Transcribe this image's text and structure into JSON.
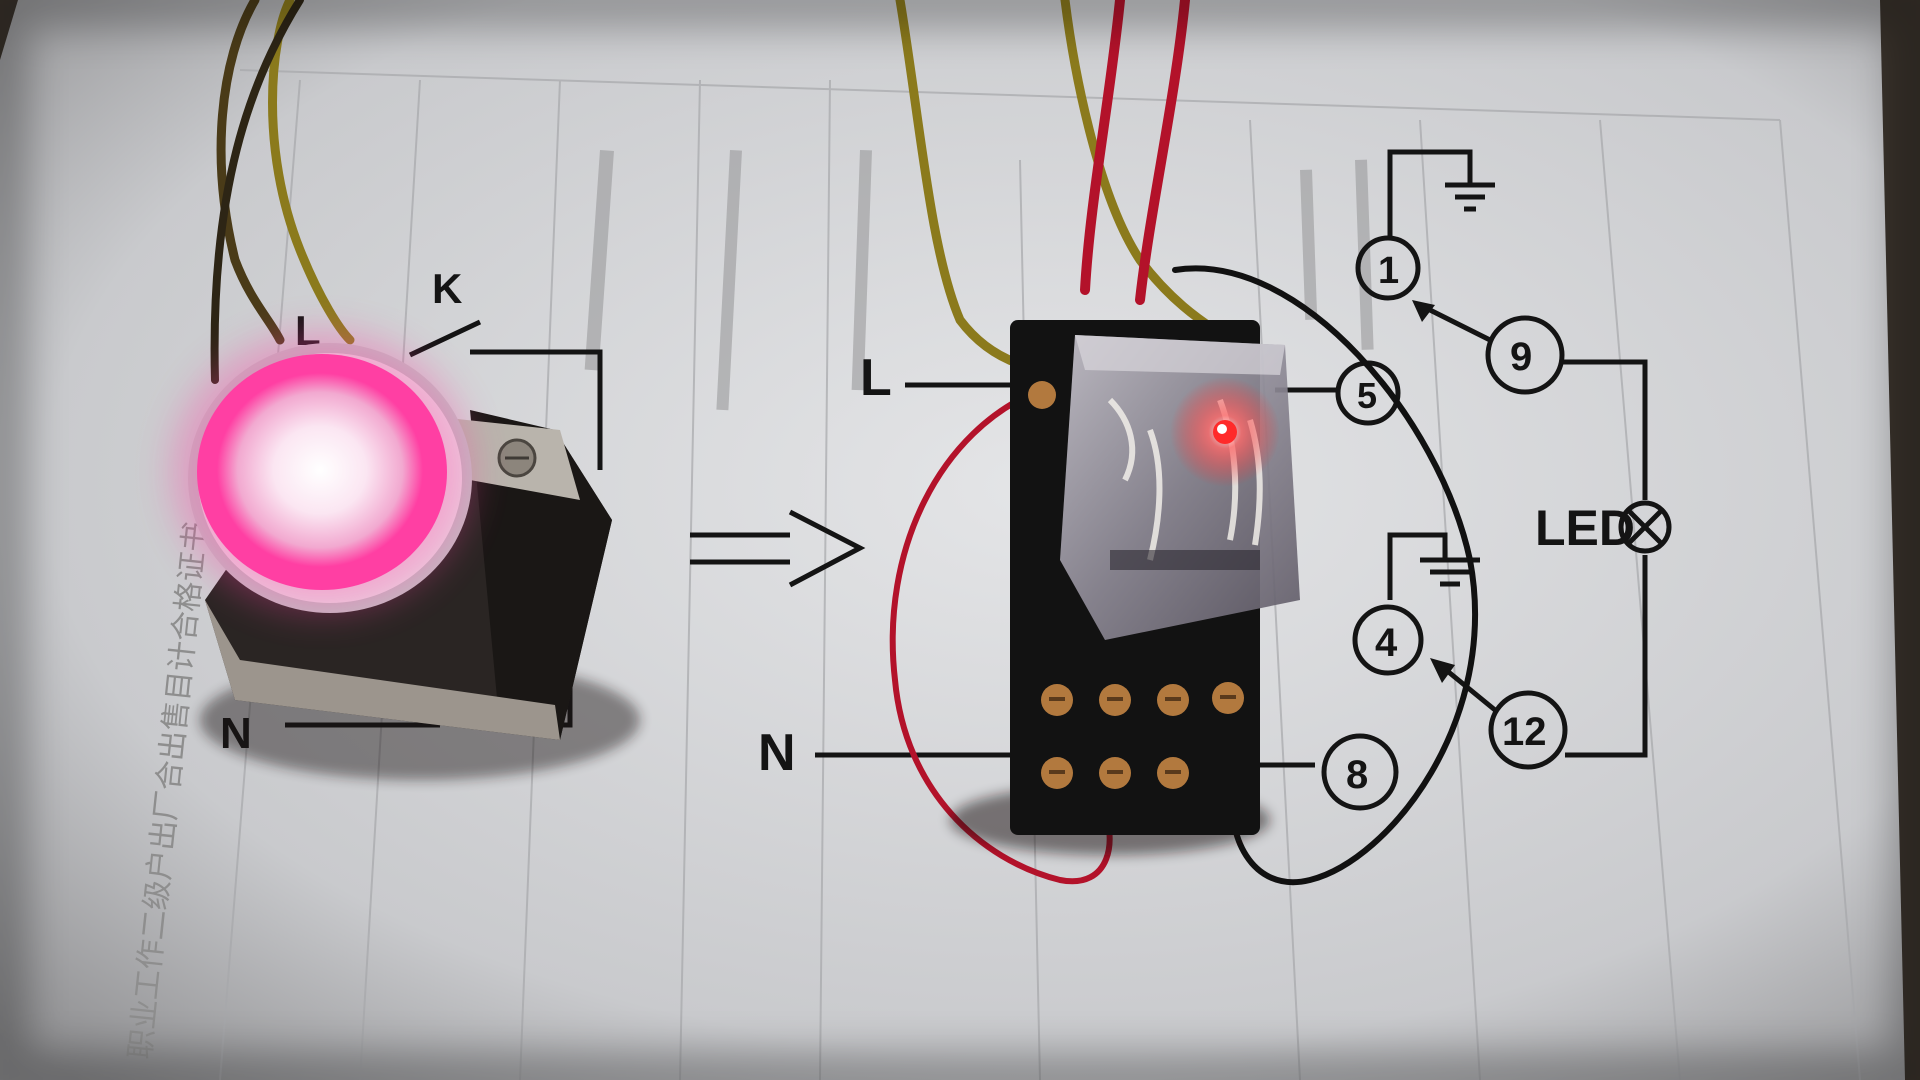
{
  "diagram": {
    "labels": {
      "L_left": "L",
      "K": "K",
      "N_left": "N",
      "L_right": "L",
      "N_right": "N",
      "LED": "LED"
    },
    "pins": [
      "1",
      "9",
      "5",
      "4",
      "12",
      "8"
    ]
  },
  "paper": {
    "side_text": "职业工作二级户出厂合出售目计合格证书"
  },
  "colors": {
    "lamp_glow": "#ff3fa3",
    "relay_led": "#ff2a2a",
    "wire_red": "#b3122a",
    "wire_olive": "#8b7a1c",
    "wire_black": "#111111",
    "paper": "#d9dadc",
    "ink": "#141414"
  }
}
